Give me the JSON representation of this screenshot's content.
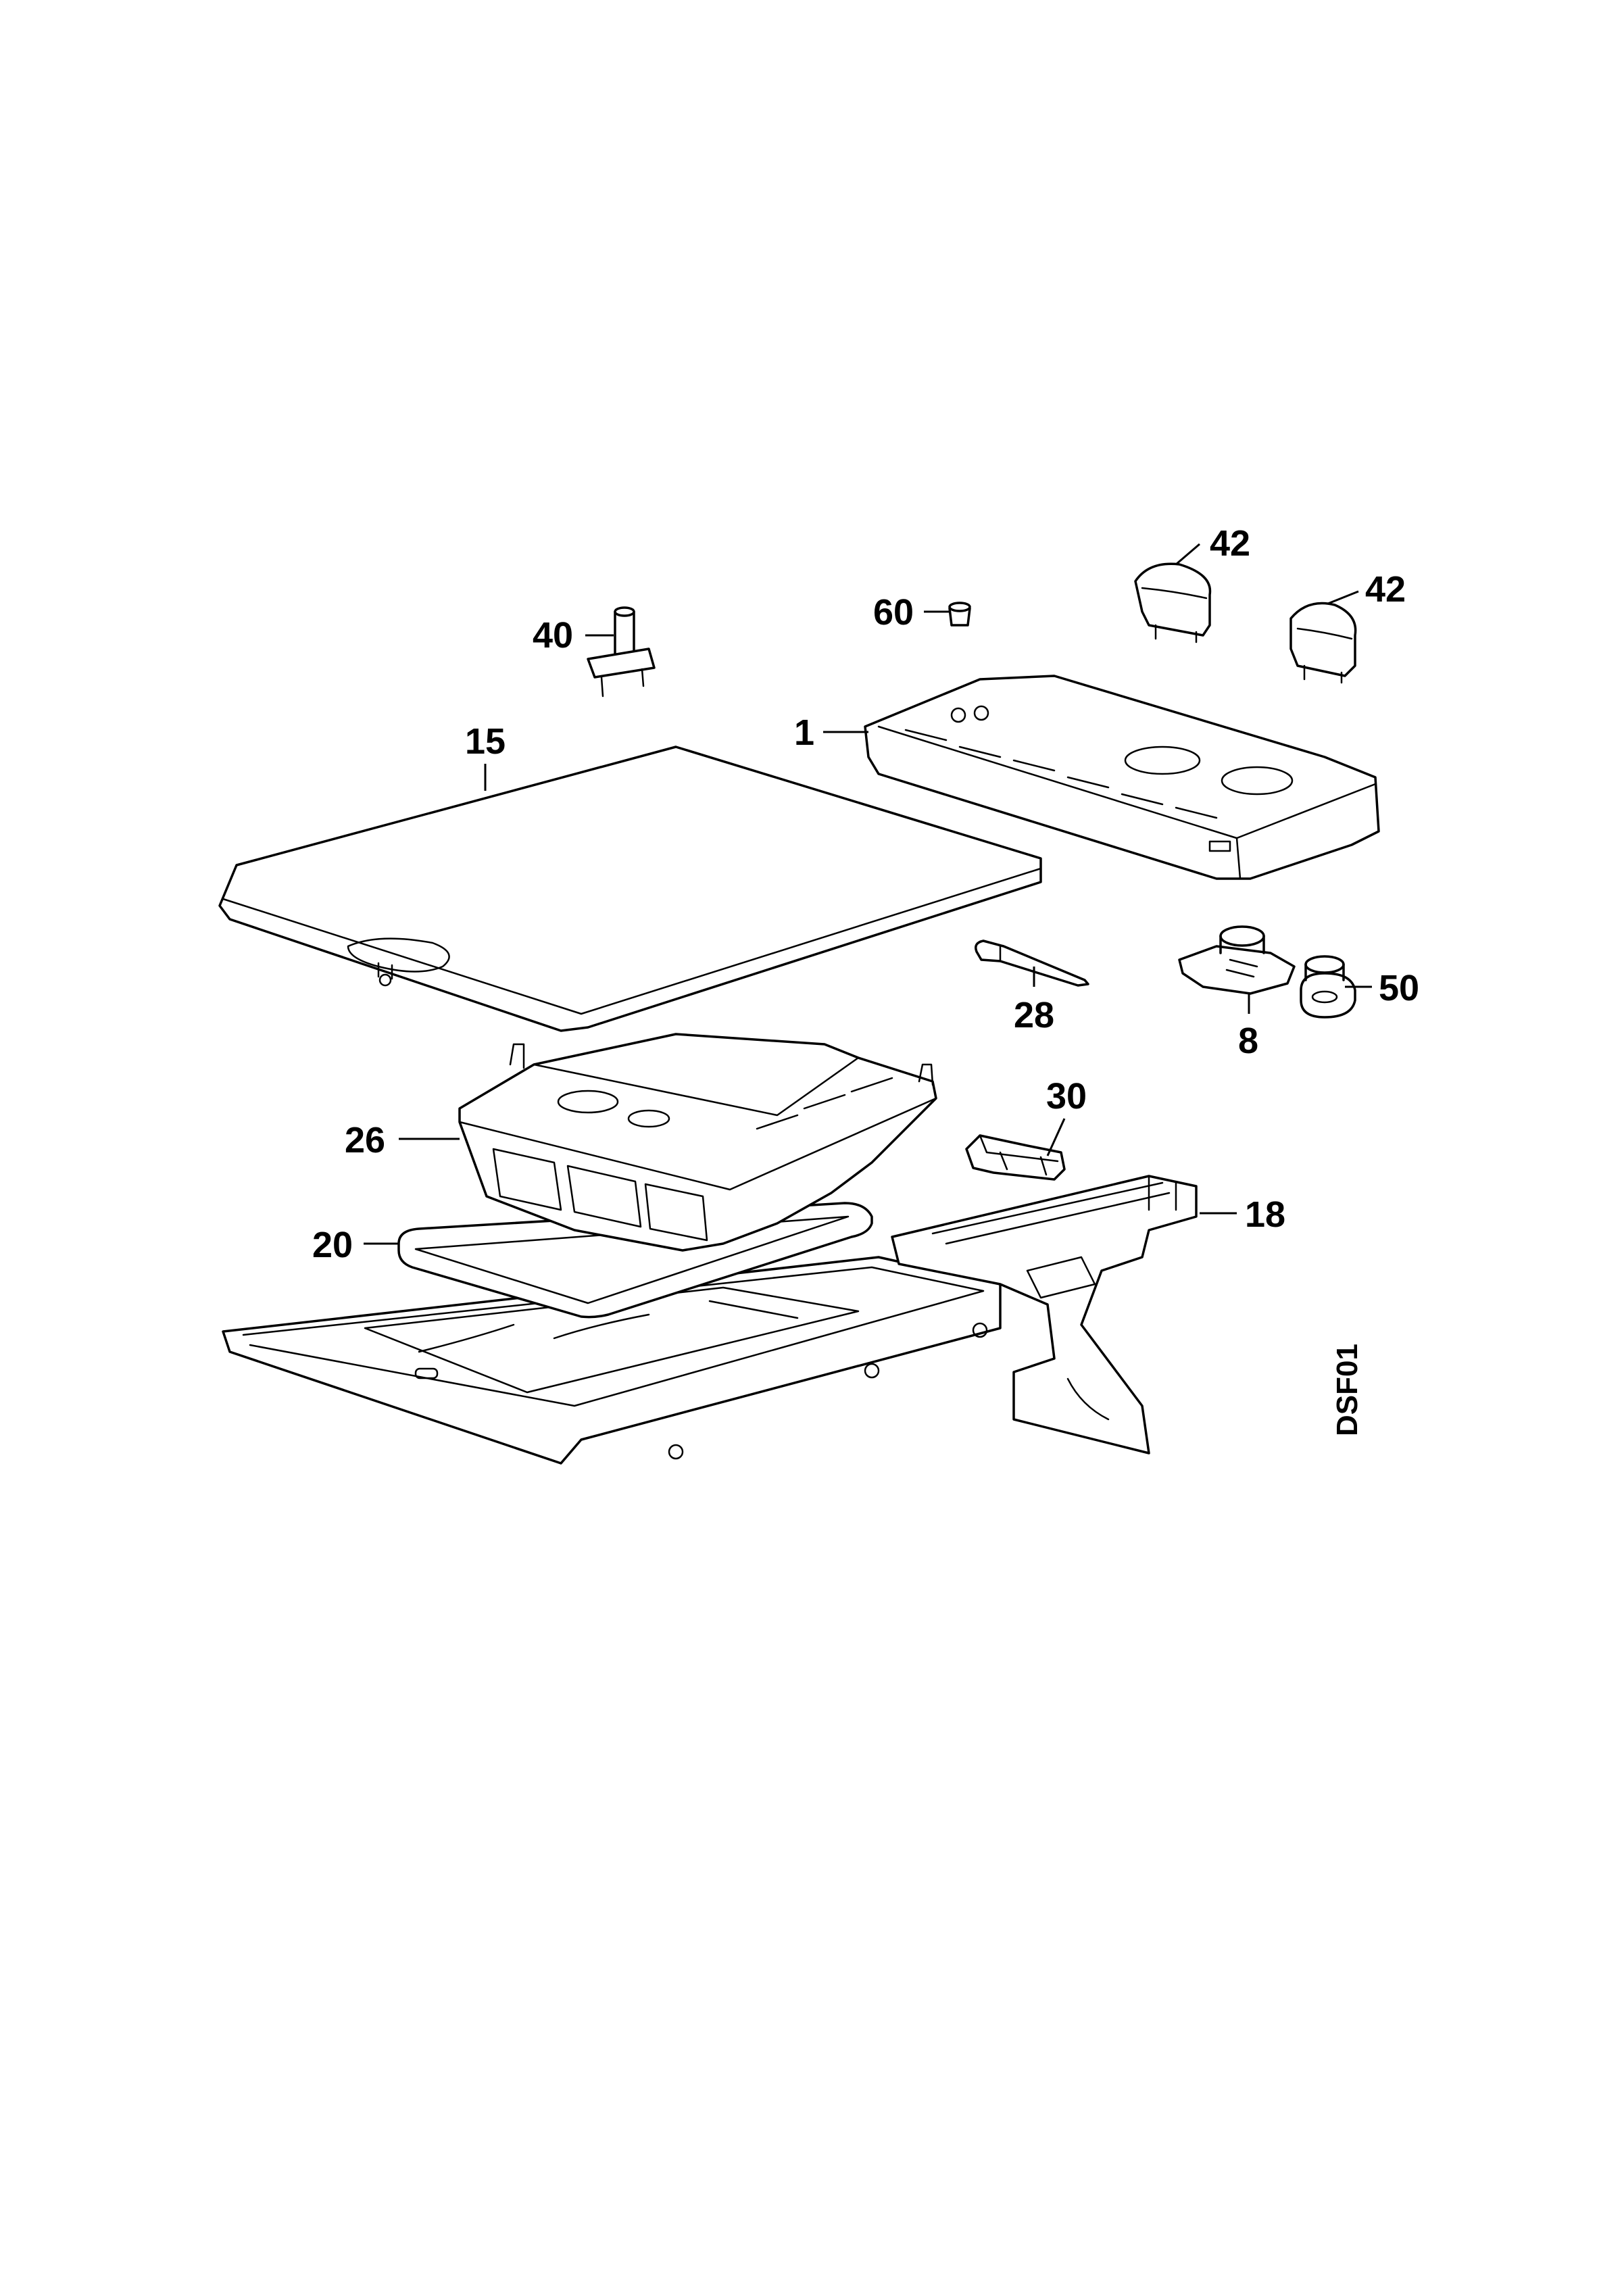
{
  "callouts": {
    "c42a": "42",
    "c42b": "42",
    "c40": "40",
    "c60": "60",
    "c1": "1",
    "c15": "15",
    "c28": "28",
    "c50": "50",
    "c8": "8",
    "c30": "30",
    "c26": "26",
    "c18": "18",
    "c20": "20"
  },
  "drawing_ref": "DSF01"
}
